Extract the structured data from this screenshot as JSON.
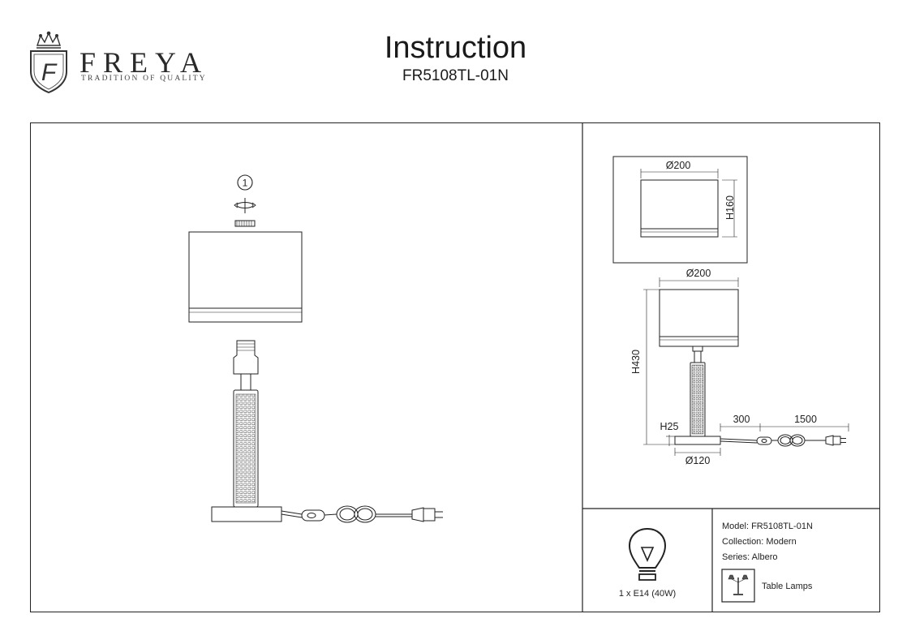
{
  "brand": {
    "name": "FREYA",
    "tagline": "TRADITION OF QUALITY",
    "monogram": "F"
  },
  "document": {
    "title": "Instruction",
    "model_code": "FR5108TL-01N"
  },
  "assembly": {
    "step_number": "1"
  },
  "dimensions": {
    "shade_diameter_top": "Ø200",
    "shade_height": "H160",
    "shade_diameter": "Ø200",
    "total_height": "H430",
    "base_height": "H25",
    "cord_length_1": "300",
    "cord_length_2": "1500",
    "base_diameter": "Ø120"
  },
  "bulb": {
    "spec": "1 x E14 (40W)",
    "icon": "light-bulb-icon"
  },
  "info": {
    "model": "Model: FR5108TL-01N",
    "collection": "Collection: Modern",
    "series": "Series: Albero",
    "category": "Table Lamps",
    "category_icon": "table-lamp-icon"
  },
  "colors": {
    "line": "#222222",
    "brand_text": "#2a2a2a"
  }
}
